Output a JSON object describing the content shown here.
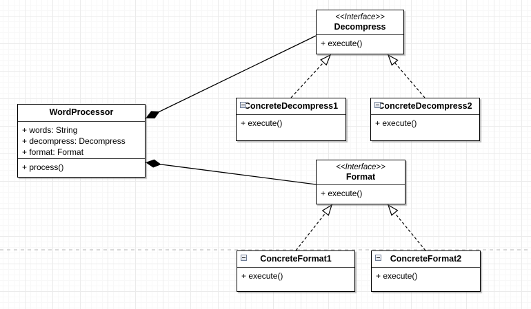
{
  "diagram": {
    "type": "uml-class-diagram",
    "classes": {
      "word_processor": {
        "name": "WordProcessor",
        "attributes": [
          "+ words: String",
          "+ decompress: Decompress",
          "+ format: Format"
        ],
        "operations": [
          "+ process()"
        ]
      },
      "decompress": {
        "stereotype": "<<Interface>>",
        "name": "Decompress",
        "operations": [
          "+ execute()"
        ]
      },
      "format": {
        "stereotype": "<<Interface>>",
        "name": "Format",
        "operations": [
          "+ execute()"
        ]
      },
      "concrete_decompress1": {
        "name": "ConcreteDecompress1",
        "operations": [
          "+ execute()"
        ]
      },
      "concrete_decompress2": {
        "name": "ConcreteDecompress2",
        "operations": [
          "+ execute()"
        ]
      },
      "concrete_format1": {
        "name": "ConcreteFormat1",
        "operations": [
          "+ execute()"
        ]
      },
      "concrete_format2": {
        "name": "ConcreteFormat2",
        "operations": [
          "+ execute()"
        ]
      }
    },
    "relationships": [
      {
        "type": "composition",
        "from": "WordProcessor",
        "to": "Decompress"
      },
      {
        "type": "composition",
        "from": "WordProcessor",
        "to": "Format"
      },
      {
        "type": "realization",
        "from": "ConcreteDecompress1",
        "to": "Decompress"
      },
      {
        "type": "realization",
        "from": "ConcreteDecompress2",
        "to": "Decompress"
      },
      {
        "type": "realization",
        "from": "ConcreteFormat1",
        "to": "Format"
      },
      {
        "type": "realization",
        "from": "ConcreteFormat2",
        "to": "Format"
      }
    ],
    "colors": {
      "box_fill": "#ffffff",
      "box_border": "#000000",
      "grid_major": "#ebebeb",
      "grid_minor": "#f8f8f8",
      "page_break": "#b3b3b3"
    }
  }
}
